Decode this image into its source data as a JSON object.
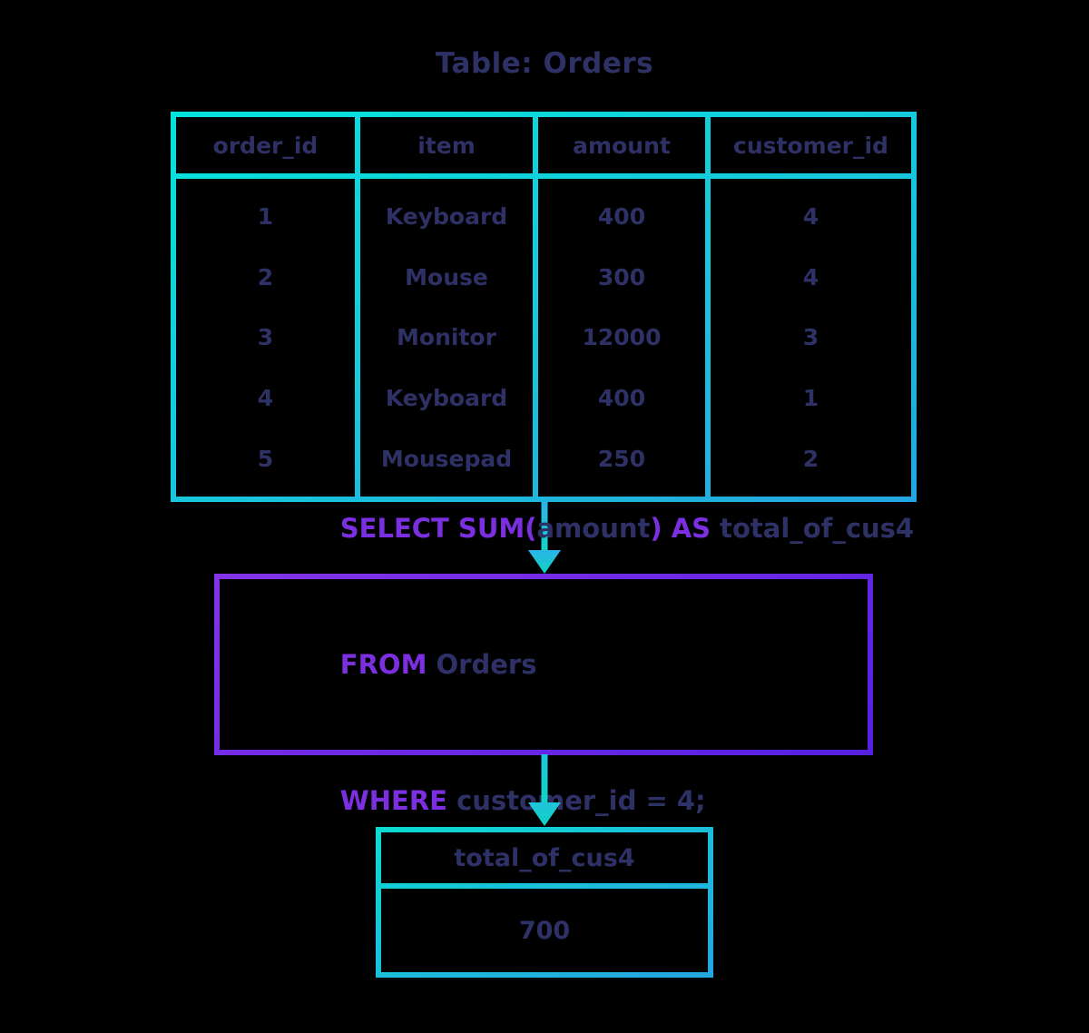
{
  "title": "Table: Orders",
  "orders_table": {
    "columns": [
      "order_id",
      "item",
      "amount",
      "customer_id"
    ],
    "rows": [
      [
        "1",
        "Keyboard",
        "400",
        "4"
      ],
      [
        "2",
        "Mouse",
        "300",
        "4"
      ],
      [
        "3",
        "Monitor",
        "12000",
        "3"
      ],
      [
        "4",
        "Keyboard",
        "400",
        "1"
      ],
      [
        "5",
        "Mousepad",
        "250",
        "2"
      ]
    ]
  },
  "sql_query": {
    "line1": {
      "kw1": "SELECT SUM(",
      "id1": "amount",
      "kw2": ") AS ",
      "id2": "total_of_cus4"
    },
    "line2": {
      "kw1": "FROM ",
      "id1": "Orders"
    },
    "line3": {
      "kw1": "WHERE ",
      "id1": "customer_id = 4;"
    }
  },
  "result_table": {
    "header": "total_of_cus4",
    "value": "700"
  },
  "colors": {
    "background": "#000000",
    "text_navy": "#2E3166",
    "keyword_purple": "#7B2FE0",
    "table_border_gradient_start": "#04E2DE",
    "table_border_gradient_end": "#24A5E0",
    "sql_border_gradient_start": "#8433E8",
    "sql_border_gradient_end": "#5520E0",
    "arrow_blue": "#2BB3E8",
    "arrow_teal": "#10D5C3"
  }
}
